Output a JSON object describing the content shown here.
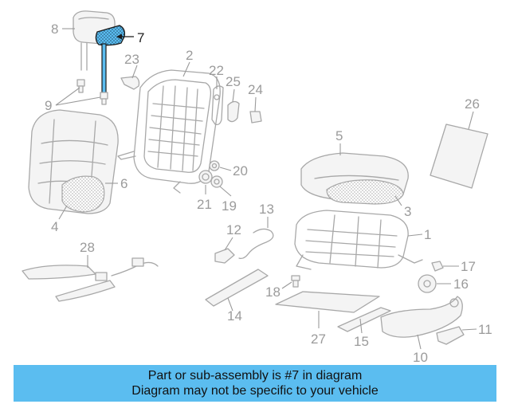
{
  "diagram": {
    "highlighted_part": "7",
    "highlight_color": "#5bbdf0",
    "callouts": [
      "1",
      "2",
      "3",
      "4",
      "5",
      "6",
      "7",
      "8",
      "9",
      "10",
      "11",
      "12",
      "13",
      "14",
      "15",
      "16",
      "17",
      "18",
      "19",
      "20",
      "21",
      "22",
      "23",
      "24",
      "25",
      "26",
      "27",
      "28"
    ]
  },
  "banner": {
    "line1": "Part or sub-assembly is #7 in diagram",
    "line2": "Diagram may not be specific to your vehicle",
    "background": "#5bbdf0"
  }
}
